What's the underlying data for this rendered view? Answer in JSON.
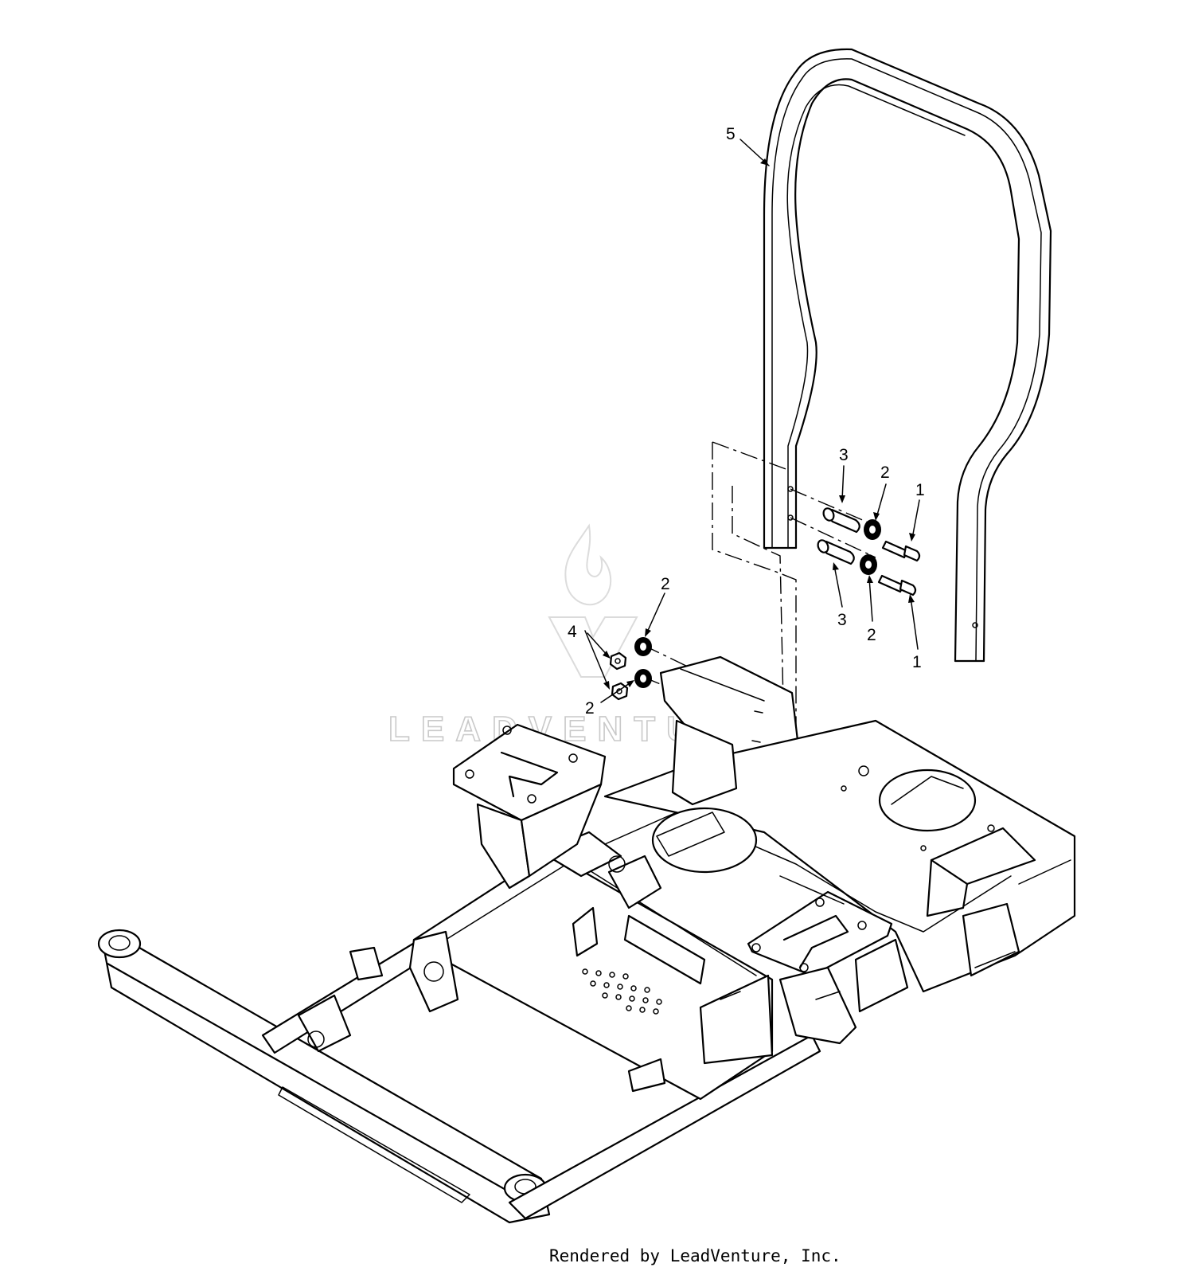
{
  "callouts": {
    "c5": "5",
    "c3a": "3",
    "c2a": "2",
    "c1a": "1",
    "c3b": "3",
    "c2b": "2",
    "c1b": "1",
    "c2c": "2",
    "c4": "4",
    "c2d": "2"
  },
  "watermark": {
    "text": "LEADVENTURE"
  },
  "footer": {
    "credit": "Rendered by LeadVenture, Inc."
  }
}
